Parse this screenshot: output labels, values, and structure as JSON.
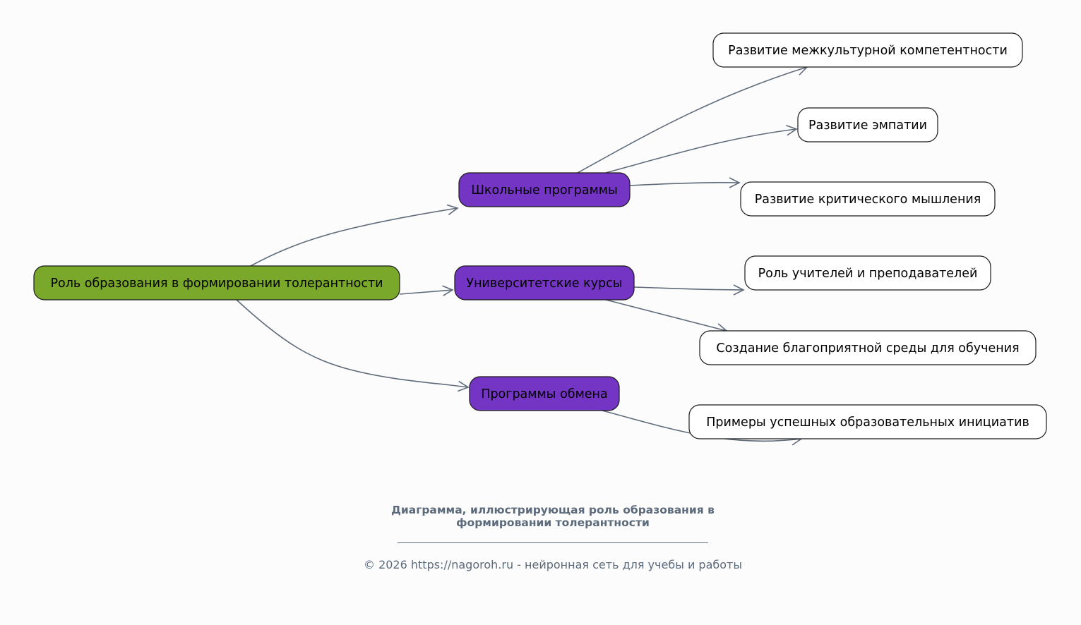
{
  "diagram": {
    "root": {
      "id": "root",
      "label": "Роль образования в формировании толерантности",
      "color": "#79a82b"
    },
    "branches": [
      {
        "id": "school",
        "label": "Школьные программы",
        "color": "#7535c4",
        "children": [
          {
            "id": "s1",
            "label": "Развитие межкультурной компетентности"
          },
          {
            "id": "s2",
            "label": "Развитие эмпатии"
          },
          {
            "id": "s3",
            "label": "Развитие критического мышления"
          }
        ]
      },
      {
        "id": "uni",
        "label": "Университетские курсы",
        "color": "#7535c4",
        "children": [
          {
            "id": "u1",
            "label": "Роль учителей и преподавателей"
          },
          {
            "id": "u2",
            "label": "Создание благоприятной среды для обучения"
          }
        ]
      },
      {
        "id": "exchange",
        "label": "Программы обмена",
        "color": "#7535c4",
        "children": [
          {
            "id": "e1",
            "label": "Примеры успешных образовательных инициатив"
          }
        ]
      }
    ],
    "leaf_color": "#ffffff",
    "edge_color": "#5f6b7a"
  },
  "caption": {
    "line1": "Диаграмма, иллюстрирующая роль образования в",
    "line2": "формировании толерантности"
  },
  "footer": "© 2026 https://nagoroh.ru - нейронная сеть для учебы и работы"
}
